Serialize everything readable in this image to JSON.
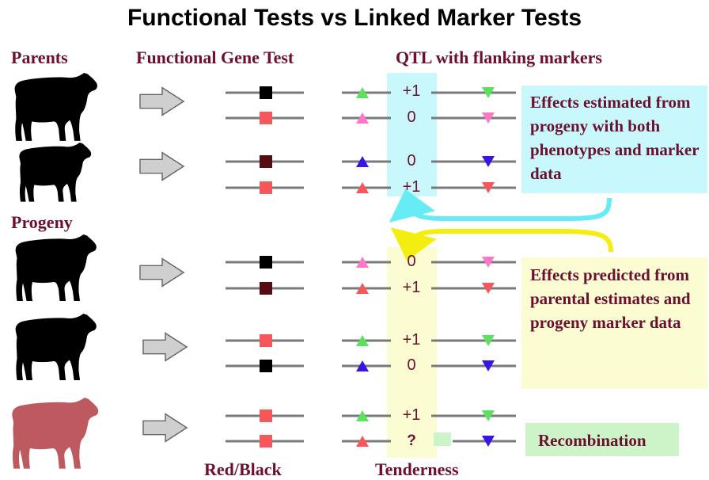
{
  "title": "Functional Tests vs Linked Marker Tests",
  "headers": {
    "parents": "Parents",
    "functional": "Functional Gene Test",
    "qtl": "QTL with flanking markers",
    "progeny": "Progeny",
    "red_black": "Red/Black",
    "tenderness": "Tenderness"
  },
  "boxes": {
    "estimated": "Effects estimated from progeny with both phenotypes and marker data",
    "predicted": "Effects predicted from parental estimates and progeny marker data",
    "recombination": "Recombination"
  },
  "qtl_values": [
    "+1",
    "0",
    "0",
    "+1",
    "0",
    "+1",
    "+1",
    "0",
    "+1",
    "?"
  ],
  "colors": {
    "heading": "#6b1030",
    "cyan_box": "#c8f8fc",
    "yellow_box": "#fcfcd2",
    "green_box": "#ccf4c8",
    "cyan_arrow": "#66ecf5",
    "yellow_arrow": "#f4ee10",
    "black_animal": "#000000",
    "red_animal": "#bd5a60"
  }
}
